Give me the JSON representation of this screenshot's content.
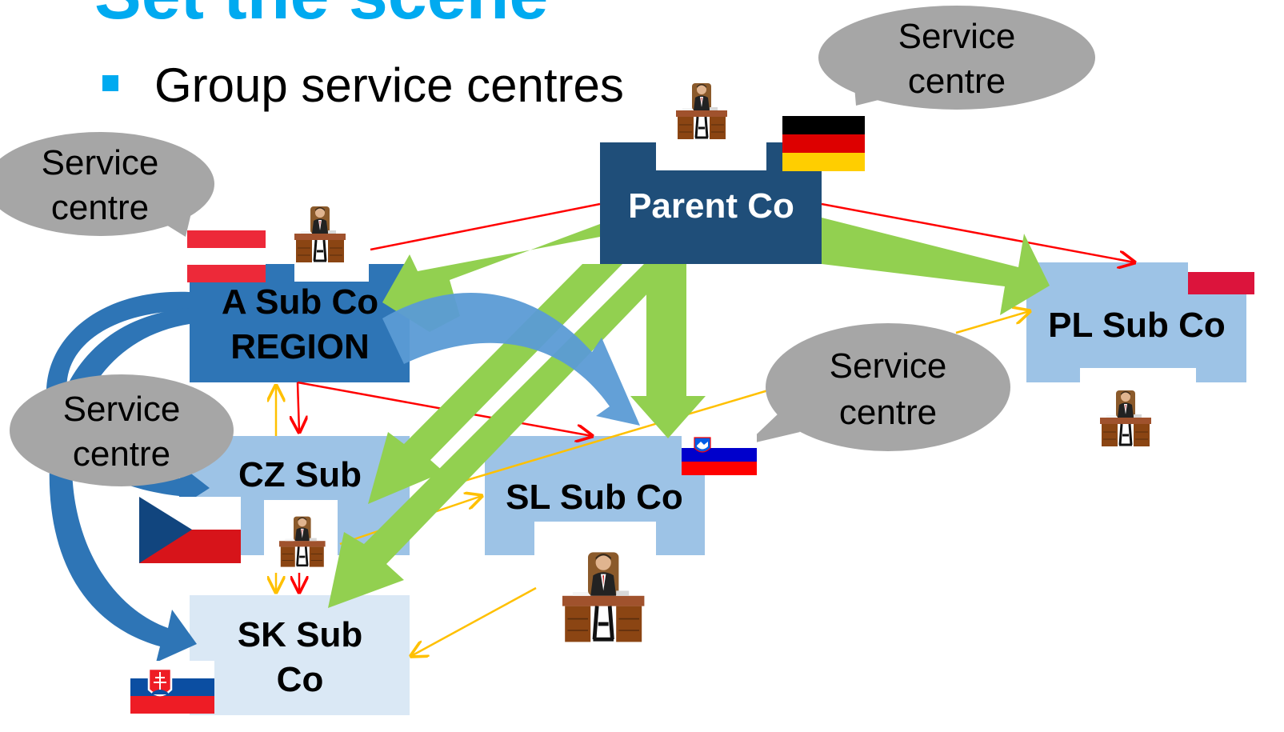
{
  "slide": {
    "title_partial": "Set the scene",
    "bullet": "Group service centres"
  },
  "entities": {
    "parent": {
      "line1": "Parent Co"
    },
    "a_sub": {
      "line1": "A Sub Co",
      "line2": "REGION"
    },
    "cz_sub": {
      "line1": "CZ Sub"
    },
    "sl_sub": {
      "line1": "SL Sub Co"
    },
    "sk_sub": {
      "line1": "SK Sub",
      "line2": "Co"
    },
    "pl_sub": {
      "line1": "PL Sub Co"
    }
  },
  "callouts": {
    "top_right": {
      "line1": "Service",
      "line2": "centre"
    },
    "top_left": {
      "line1": "Service",
      "line2": "centre"
    },
    "middle_right": {
      "line1": "Service",
      "line2": "centre"
    },
    "middle_left": {
      "line1": "Service",
      "line2": "centre"
    }
  },
  "icons": {
    "person_at_desk": "person-at-desk-icon",
    "flags": [
      "germany-flag",
      "austria-flag",
      "czech-flag",
      "slovenia-flag",
      "slovakia-flag",
      "poland-flag"
    ]
  },
  "colors": {
    "parent_box": "#1f4e79",
    "a_sub_box": "#2e75b6",
    "light_box": "#9dc3e6",
    "lighter_box": "#dae8f5",
    "green_arrow": "#92d050",
    "red_arrow": "#ff0000",
    "orange_arrow": "#ffc000",
    "blue_arrow": "#2e75b6",
    "callout": "#a6a6a6",
    "accent": "#00aaf0"
  }
}
